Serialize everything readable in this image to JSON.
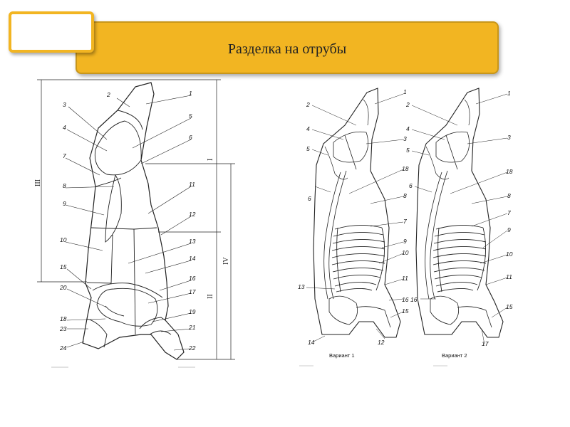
{
  "slide": {
    "title": "Разделка на отрубы"
  },
  "figure_left": {
    "labels": [
      "1",
      "2",
      "3",
      "4",
      "5",
      "6",
      "7",
      "8",
      "9",
      "10",
      "11",
      "12",
      "13",
      "14",
      "15",
      "16",
      "17",
      "18",
      "19",
      "20",
      "21",
      "22",
      "23",
      "24"
    ],
    "sections": [
      "I",
      "II",
      "III",
      "IV"
    ]
  },
  "figure_middle": {
    "caption": "Вариант 1",
    "labels": [
      "1",
      "2",
      "4",
      "3",
      "5",
      "18",
      "6",
      "8",
      "7",
      "9",
      "10",
      "11",
      "13",
      "16",
      "15",
      "14",
      "12"
    ]
  },
  "figure_right": {
    "caption": "Вариант 2",
    "labels": [
      "1",
      "2",
      "4",
      "3",
      "5",
      "18",
      "6",
      "8",
      "7",
      "9",
      "10",
      "11",
      "16",
      "15",
      "17"
    ]
  }
}
